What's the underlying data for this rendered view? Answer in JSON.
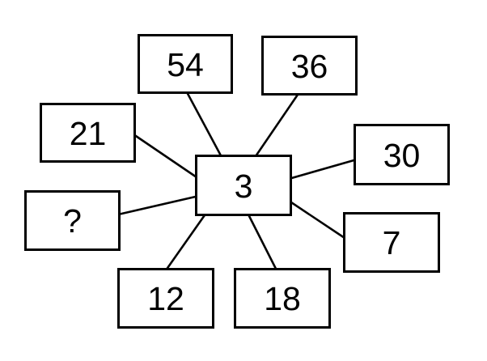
{
  "diagram": {
    "type": "hub-and-spoke number puzzle",
    "center": {
      "label": "3"
    },
    "nodes": [
      {
        "label": "54"
      },
      {
        "label": "36"
      },
      {
        "label": "21"
      },
      {
        "label": "30"
      },
      {
        "label": "?"
      },
      {
        "label": "7"
      },
      {
        "label": "12"
      },
      {
        "label": "18"
      }
    ],
    "edges": [
      {
        "from": "3",
        "to": "54"
      },
      {
        "from": "3",
        "to": "36"
      },
      {
        "from": "3",
        "to": "21"
      },
      {
        "from": "3",
        "to": "30"
      },
      {
        "from": "3",
        "to": "?"
      },
      {
        "from": "3",
        "to": "7"
      },
      {
        "from": "3",
        "to": "12"
      },
      {
        "from": "3",
        "to": "18"
      }
    ],
    "colors": {
      "background": "#ffffff",
      "box_fill": "#ffffff",
      "box_border": "#000000",
      "line": "#000000",
      "text": "#000000"
    }
  }
}
